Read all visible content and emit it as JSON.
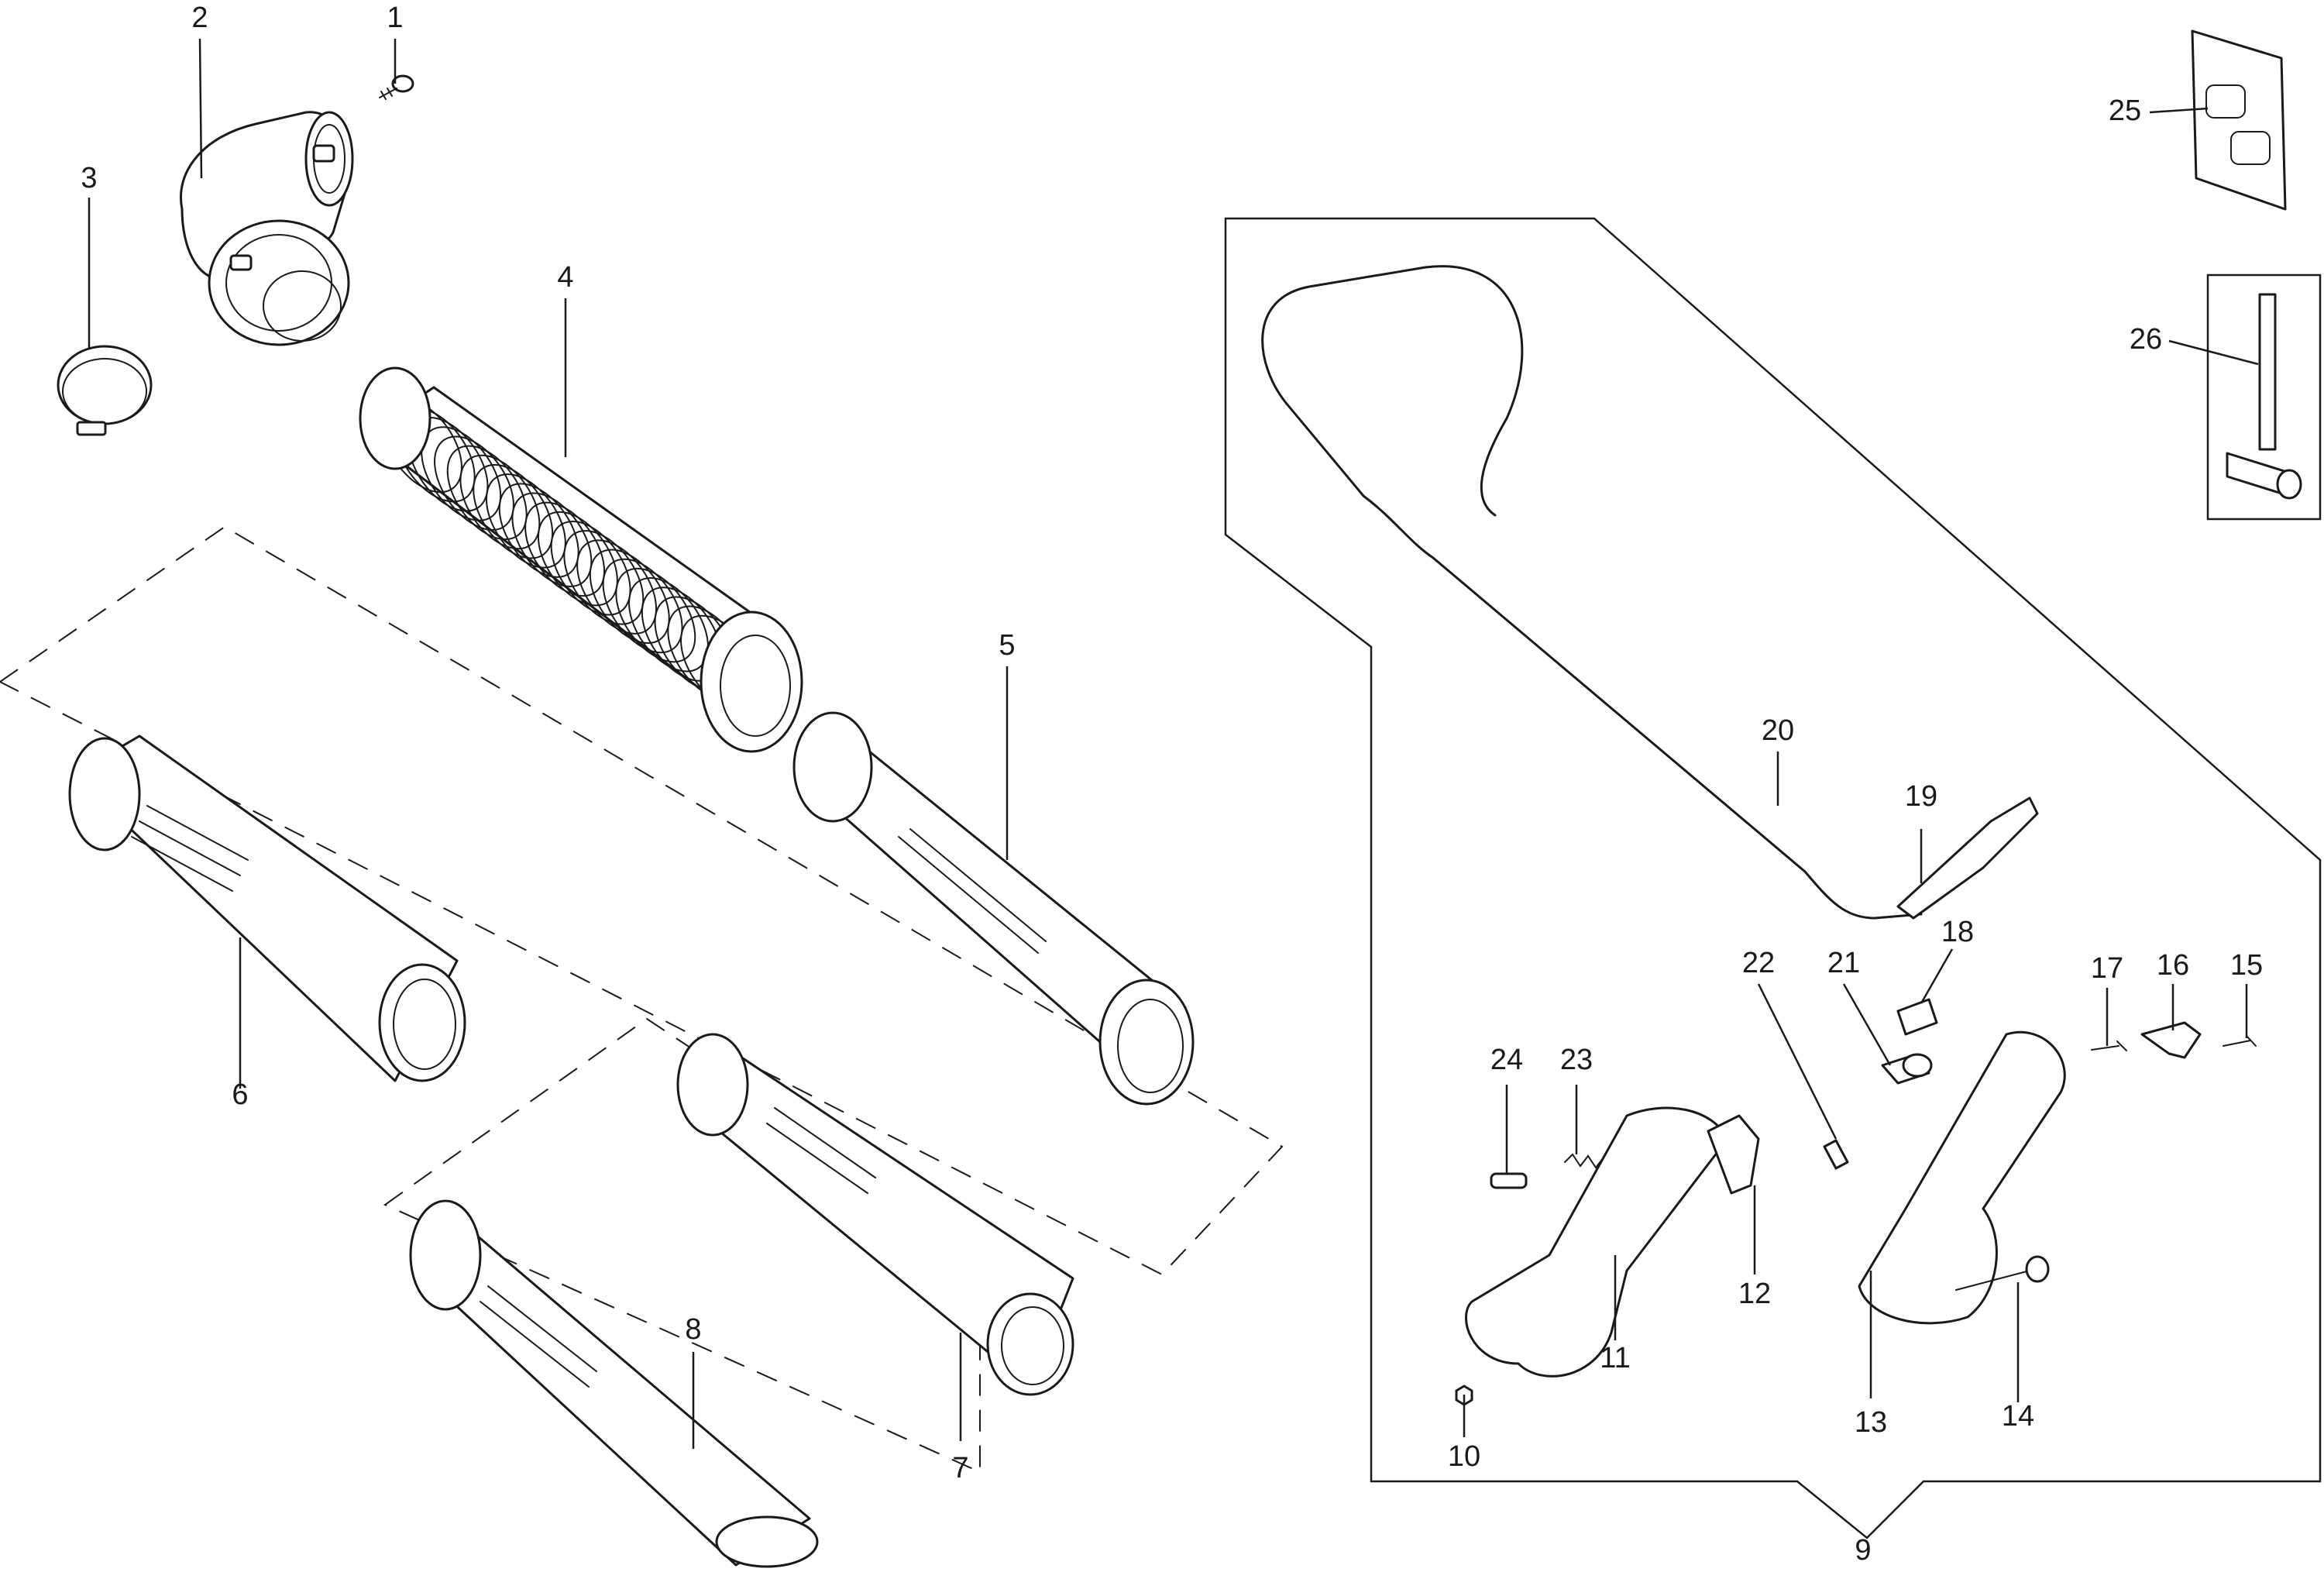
{
  "diagram": {
    "type": "exploded-parts-diagram",
    "callouts": [
      {
        "id": "p1",
        "label": "1"
      },
      {
        "id": "p2",
        "label": "2"
      },
      {
        "id": "p3",
        "label": "3"
      },
      {
        "id": "p4",
        "label": "4"
      },
      {
        "id": "p5",
        "label": "5"
      },
      {
        "id": "p6",
        "label": "6"
      },
      {
        "id": "p7",
        "label": "7"
      },
      {
        "id": "p8",
        "label": "8"
      },
      {
        "id": "p9",
        "label": "9"
      },
      {
        "id": "p10",
        "label": "10"
      },
      {
        "id": "p11",
        "label": "11"
      },
      {
        "id": "p12",
        "label": "12"
      },
      {
        "id": "p13",
        "label": "13"
      },
      {
        "id": "p14",
        "label": "14"
      },
      {
        "id": "p15",
        "label": "15"
      },
      {
        "id": "p16",
        "label": "16"
      },
      {
        "id": "p17",
        "label": "17"
      },
      {
        "id": "p18",
        "label": "18"
      },
      {
        "id": "p19",
        "label": "19"
      },
      {
        "id": "p20",
        "label": "20"
      },
      {
        "id": "p21",
        "label": "21"
      },
      {
        "id": "p22",
        "label": "22"
      },
      {
        "id": "p23",
        "label": "23"
      },
      {
        "id": "p24",
        "label": "24"
      },
      {
        "id": "p25",
        "label": "25"
      },
      {
        "id": "p26",
        "label": "26"
      }
    ],
    "colors": {
      "line": "#1a1a1a",
      "background": "#ffffff",
      "shade": "#d9d9d9"
    }
  }
}
